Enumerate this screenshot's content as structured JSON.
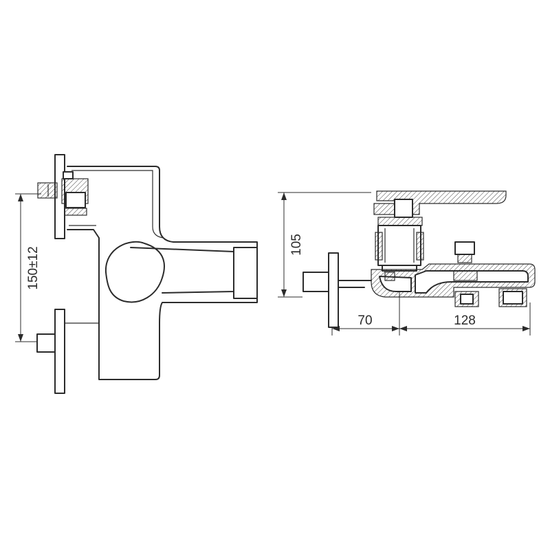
{
  "dimensions": {
    "inlet_spacing": "150±12",
    "height": "105",
    "wall_offset": "70",
    "spout_length": "128"
  }
}
